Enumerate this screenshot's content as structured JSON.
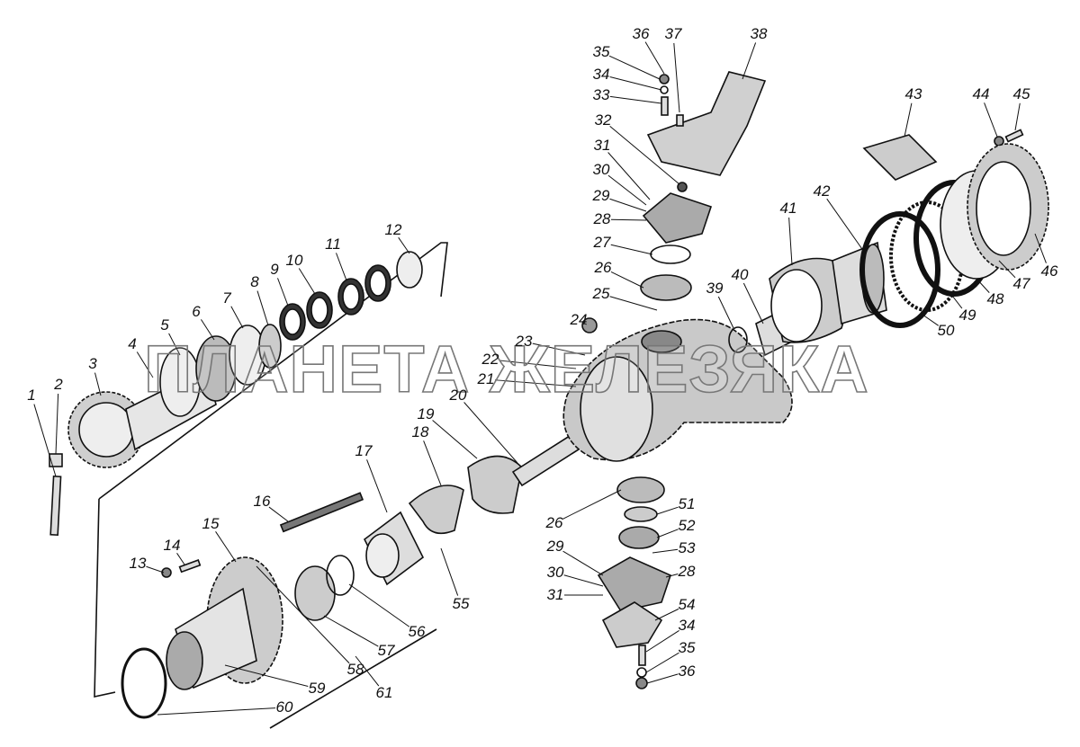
{
  "labels": [
    "1",
    "2",
    "3",
    "4",
    "5",
    "6",
    "7",
    "8",
    "9",
    "10",
    "11",
    "12",
    "13",
    "14",
    "15",
    "16",
    "17",
    "18",
    "19",
    "20",
    "21",
    "22",
    "23",
    "24",
    "25",
    "26",
    "27",
    "28",
    "29",
    "30",
    "31",
    "32",
    "33",
    "34",
    "35",
    "36",
    "37",
    "38",
    "39",
    "40",
    "41",
    "42",
    "43",
    "44",
    "45",
    "46",
    "47",
    "48",
    "49",
    "50",
    "51",
    "52",
    "53",
    "54",
    "55",
    "56",
    "57",
    "58",
    "59",
    "60",
    "61",
    "26",
    "28",
    "29",
    "30",
    "31",
    "34",
    "35",
    "36"
  ],
  "watermark": "ПЛАНЕТА ЖЕЛЕЗЯКА"
}
